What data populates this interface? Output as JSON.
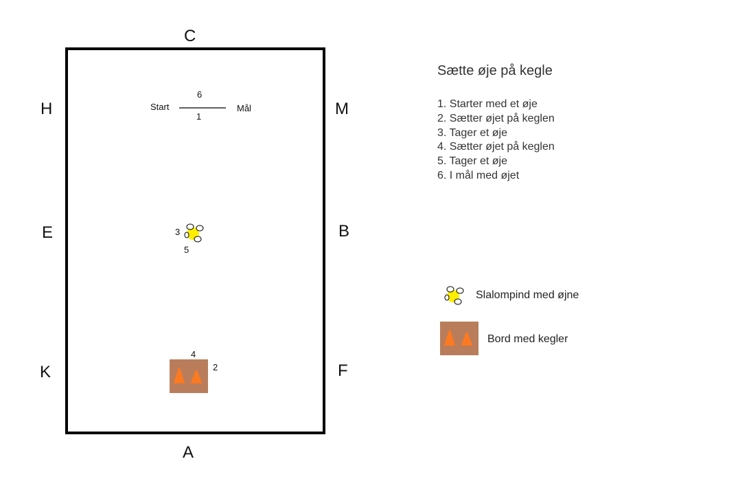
{
  "arena_letters": {
    "C": "C",
    "H": "H",
    "M": "M",
    "E": "E",
    "B": "B",
    "K": "K",
    "F": "F",
    "A": "A"
  },
  "course": {
    "start": "Start",
    "goal": "Mål",
    "top_num": "6",
    "bottom_num": "1",
    "pole_left": "3",
    "pole_below": "5",
    "table_top": "4",
    "table_right": "2"
  },
  "instructions": {
    "title": "Sætte øje på kegle",
    "steps": [
      "1. Starter med et øje",
      "2. Sætter øjet på keglen",
      "3. Tager et øje",
      "4. Sætter øjet på keglen",
      "5. Tager et øje",
      "6. I mål med øjet"
    ]
  },
  "legend": {
    "pole": "Slalompind med øjne",
    "table": "Bord med kegler"
  },
  "colors": {
    "pole": "#ffee00",
    "table": "#b97d5b",
    "cone": "#fb7a22"
  }
}
